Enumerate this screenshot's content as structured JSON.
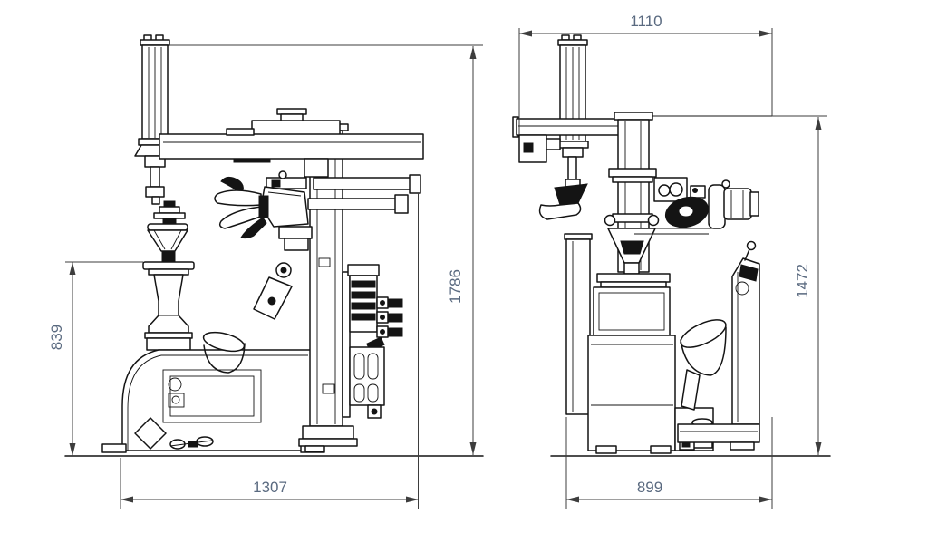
{
  "canvas": {
    "background": "#ffffff",
    "line_color": "#141414",
    "dimension_line_color": "#3d3d3d",
    "dimension_text_color": "#5a6a80"
  },
  "drawing": {
    "kind": "two-view technical dimension drawing of a tire changer machine",
    "views": {
      "front": {
        "dimensions": {
          "base_width": "1307",
          "overall_height": "1786",
          "table_height": "839"
        }
      },
      "side": {
        "dimensions": {
          "top_width": "1110",
          "base_depth": "899",
          "column_height": "1472"
        }
      }
    }
  }
}
